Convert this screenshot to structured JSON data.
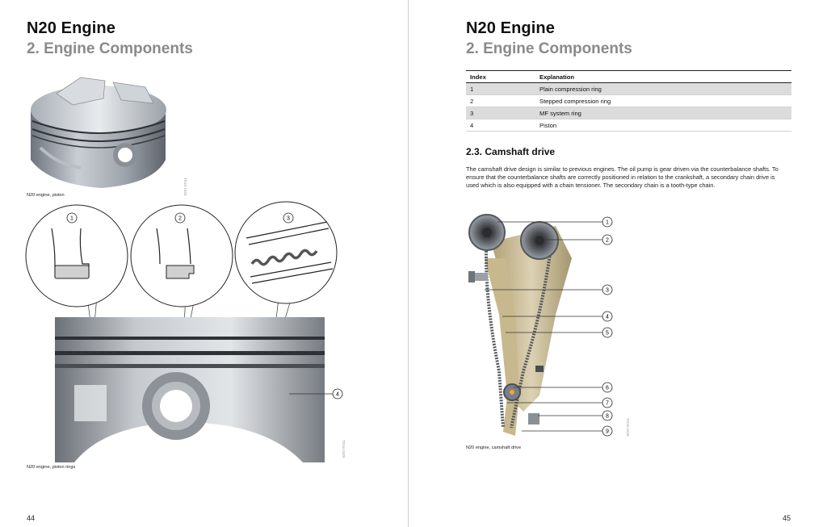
{
  "left_page": {
    "doc_title": "N20 Engine",
    "section_title": "2. Engine Components",
    "figure1_caption": "N20 engine, piston",
    "figure1_code": "TD16-1524",
    "figure2_caption": "N20 engine, piston rings",
    "figure2_code": "TD16-1525",
    "callouts": [
      "1",
      "2",
      "3",
      "4"
    ],
    "page_number": "44"
  },
  "right_page": {
    "doc_title": "N20 Engine",
    "section_title": "2. Engine Components",
    "table": {
      "headers": [
        "Index",
        "Explanation"
      ],
      "rows": [
        [
          "1",
          "Plain compression ring"
        ],
        [
          "2",
          "Stepped compression ring"
        ],
        [
          "3",
          "MF system ring"
        ],
        [
          "4",
          "Piston"
        ]
      ]
    },
    "subsection_title": "2.3. Camshaft drive",
    "paragraph": "The camshaft drive design is similar to previous engines. The oil pump is gear driven via the counterbalance shafts. To ensure that the counterbalance shafts are correctly positioned in relation to the crankshaft, a secondary chain drive is used which is also equipped with a chain tensioner. The secondary chain is a tooth-type chain.",
    "callouts": [
      "1",
      "2",
      "3",
      "4",
      "5",
      "6",
      "7",
      "8",
      "9"
    ],
    "figure_caption": "N20 engine, camshaft drive",
    "figure_code": "TD16-1529",
    "page_number": "45"
  }
}
